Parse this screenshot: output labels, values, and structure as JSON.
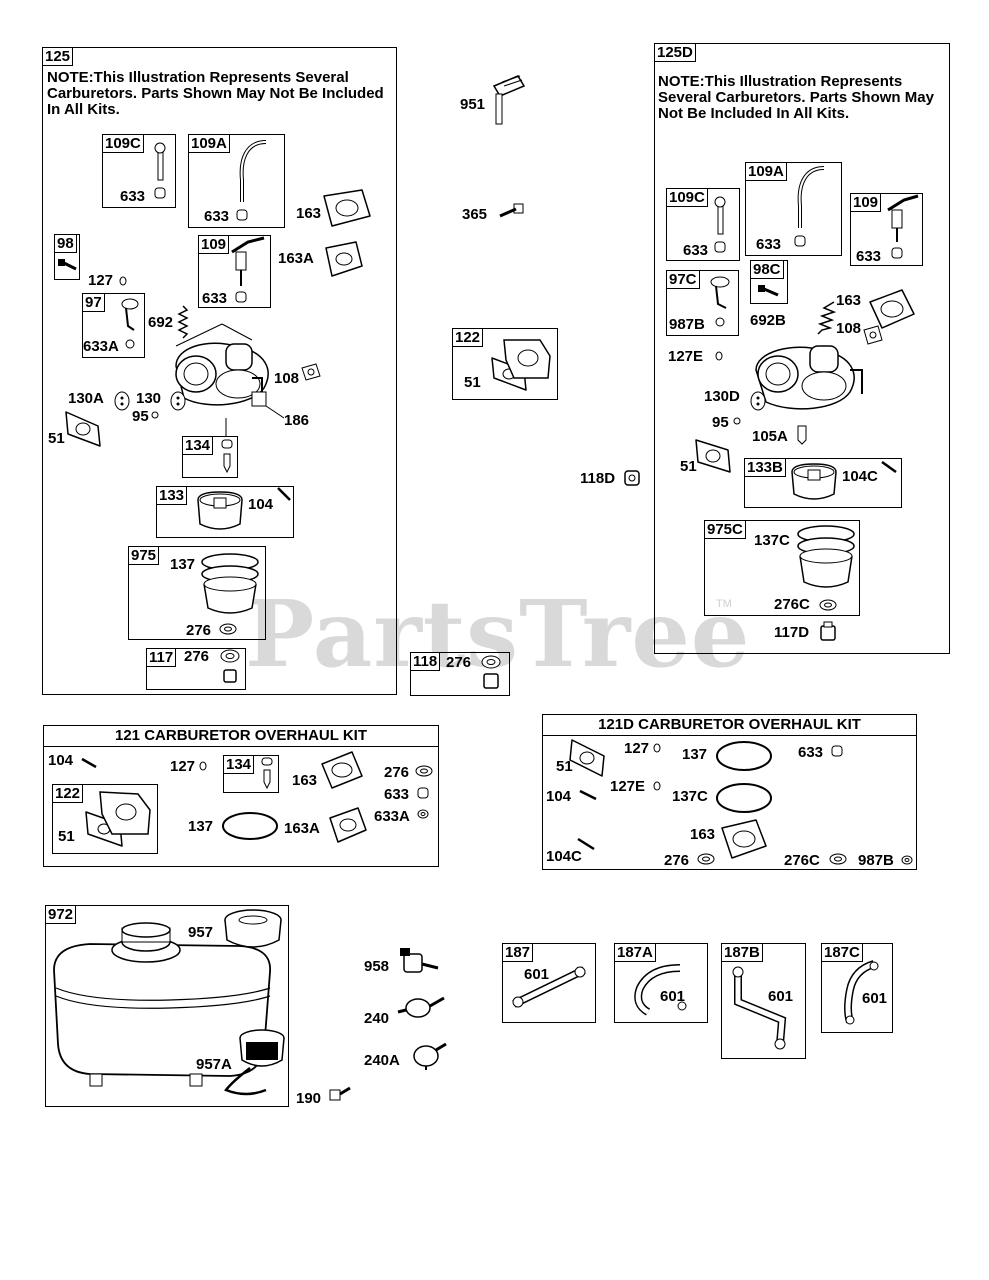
{
  "watermark": {
    "text": "PartsTree",
    "tm": "TM"
  },
  "group125": {
    "id": "125",
    "note_head": "NOTE:",
    "note_body": "This Illustration Represents Several Carburetors. Parts Shown May Not Be Included In All Kits."
  },
  "group125d": {
    "id": "125D",
    "note_head": "NOTE:",
    "note_body": "This Illustration Represents Several Carburetors. Parts Shown May Not Be Included In All Kits."
  },
  "kit121": {
    "title": "121 CARBURETOR OVERHAUL KIT"
  },
  "kit121d": {
    "title": "121D CARBURETOR OVERHAUL KIT"
  },
  "tags": {
    "t109c": "109C",
    "t109a": "109A",
    "t109": "109",
    "t98": "98",
    "t97": "97",
    "t134": "134",
    "t133": "133",
    "t975": "975",
    "t117": "117",
    "t118": "118",
    "t122": "122",
    "d109c": "109C",
    "d109a": "109A",
    "d109": "109",
    "d97c": "97C",
    "d98c": "98C",
    "d133b": "133B",
    "d975c": "975C",
    "k134": "134",
    "k122": "122",
    "t972": "972",
    "t187": "187",
    "t187a": "187A",
    "t187b": "187B",
    "t187c": "187C"
  },
  "labels": {
    "l633a": "633",
    "l633b": "633",
    "l163": "163",
    "l163a": "163A",
    "l633c": "633",
    "l127": "127",
    "l692": "692",
    "l633A": "633A",
    "l108": "108",
    "l130a": "130A",
    "l130": "130",
    "l95": "95",
    "l51": "51",
    "l186": "186",
    "l104": "104",
    "l137": "137",
    "l276a": "276",
    "l276b": "276",
    "l951": "951",
    "l365": "365",
    "l51b": "51",
    "l118d": "118D",
    "l276c": "276",
    "d633a": "633",
    "d633b": "633",
    "d633c": "633",
    "d163": "163",
    "d987b": "987B",
    "d692b": "692B",
    "d108": "108",
    "d127e": "127E",
    "d130d": "130D",
    "d95": "95",
    "d105a": "105A",
    "d51": "51",
    "d104c": "104C",
    "d137c": "137C",
    "d276c": "276C",
    "d117d": "117D",
    "k104": "104",
    "k127": "127",
    "k163": "163",
    "k276": "276",
    "k633": "633",
    "k633a": "633A",
    "k51": "51",
    "k137": "137",
    "k163a": "163A",
    "m51": "51",
    "m127": "127",
    "m137": "137",
    "m633": "633",
    "m104": "104",
    "m127e": "127E",
    "m137c": "137C",
    "m163": "163",
    "m104c": "104C",
    "m276": "276",
    "m276c": "276C",
    "m987b": "987B",
    "f957": "957",
    "f957a": "957A",
    "f958": "958",
    "f240": "240",
    "f240a": "240A",
    "f190": "190",
    "h601a": "601",
    "h601b": "601",
    "h601c": "601",
    "h601d": "601"
  }
}
